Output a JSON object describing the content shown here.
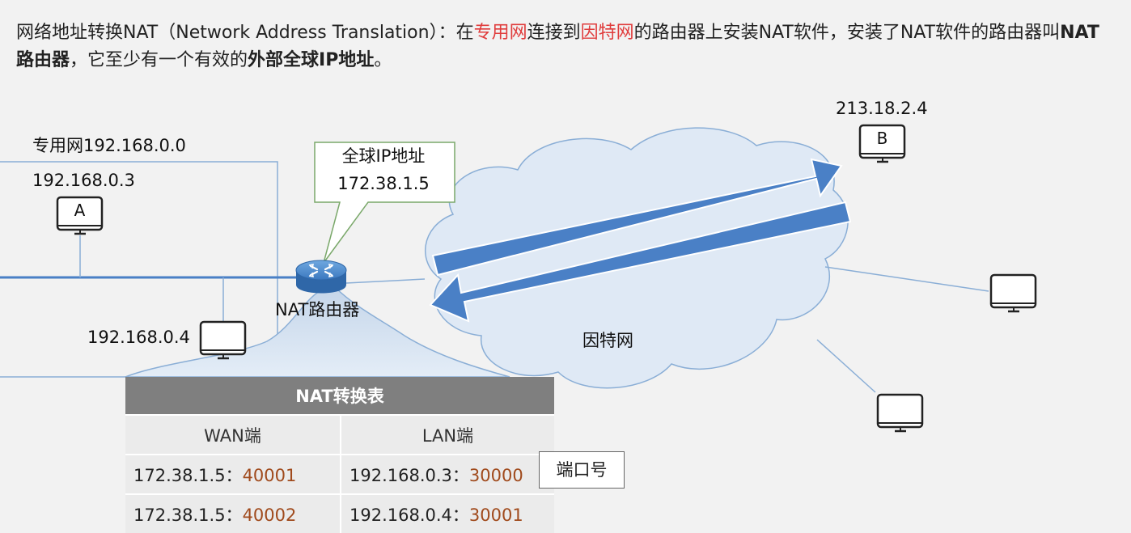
{
  "intro": {
    "part1": "网络地址转换NAT（Network Address Translation）：在",
    "private_net": "专用网",
    "part2": "连接到",
    "internet": "因特网",
    "part3": "的路由器上安装NAT软件，安装了NAT软件的路由器叫",
    "nat_router": "NAT路由器",
    "part4": "，它至少有一个有效的",
    "global_ip": "外部全球IP地址",
    "part5": "。"
  },
  "private_network_label": "专用网192.168.0.0",
  "host_a": {
    "ip": "192.168.0.3",
    "letter": "A"
  },
  "host_c": {
    "ip": "192.168.0.4"
  },
  "host_b": {
    "ip": "213.18.2.4",
    "letter": "B"
  },
  "router": {
    "label": "NAT路由器"
  },
  "callout": {
    "line1": "全球IP地址",
    "line2": "172.38.1.5"
  },
  "internet_label": "因特网",
  "colors": {
    "highlight": "#e03c3c",
    "arrow": "#4a80c6",
    "cloud_fill": "#dfe9f5",
    "cloud_stroke": "#8aaed6",
    "port": "#a04a1c",
    "table_header": "#7f7f7f"
  },
  "nat_table": {
    "title": "NAT转换表",
    "col_wan": "WAN端",
    "col_lan": "LAN端",
    "rows": [
      {
        "wan_ip": "172.38.1.5：",
        "wan_port": "40001",
        "lan_ip": "192.168.0.3：",
        "lan_port": "30000"
      },
      {
        "wan_ip": "172.38.1.5：",
        "wan_port": "40002",
        "lan_ip": "192.168.0.4：",
        "lan_port": "30001"
      }
    ]
  },
  "port_label": "端口号",
  "icons": [
    "computer-icon",
    "router-icon",
    "cloud-shape",
    "arrow-shape"
  ]
}
